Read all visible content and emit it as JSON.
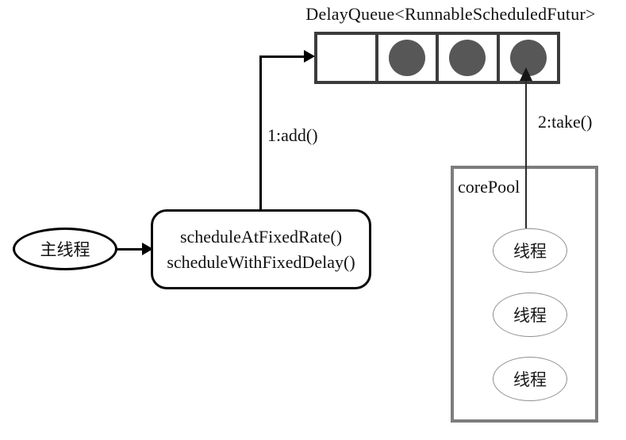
{
  "diagram": {
    "title": "DelayQueue<RunnableScheduledFutur>",
    "queue": {
      "cells": [
        false,
        true,
        true,
        true
      ]
    },
    "arrows": {
      "add_label": "1:add()",
      "take_label": "2:take()"
    },
    "main_thread": {
      "label": "主线程"
    },
    "scheduler_box": {
      "line1": "scheduleAtFixedRate()",
      "line2": "scheduleWithFixedDelay()"
    },
    "core_pool": {
      "label": "corePool",
      "threads": [
        "线程",
        "线程",
        "线程"
      ]
    },
    "colors": {
      "task_circle": "#575757",
      "queue_border": "#3c3c3c",
      "pool_border": "#7d7d7d",
      "line": "#000000"
    }
  }
}
